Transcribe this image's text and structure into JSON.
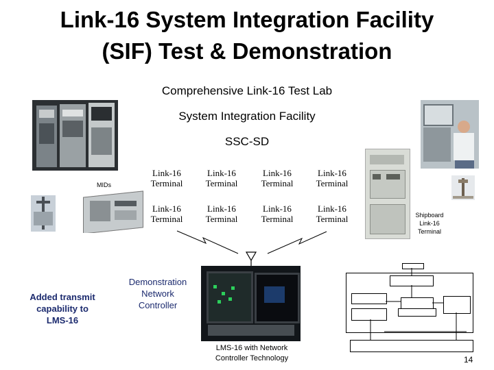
{
  "title": {
    "line1": "Link-16 System Integration Facility",
    "line2": "(SIF) Test & Demonstration"
  },
  "subtitles": {
    "lab": "Comprehensive Link-16 Test Lab",
    "facility": "System Integration Facility",
    "org": "SSC-SD"
  },
  "terminals": {
    "label": "Link-16",
    "label2": "Terminal"
  },
  "mids_label": "MIDs",
  "shipboard": {
    "line1": "Shipboard",
    "line2": "Link-16",
    "line3": "Terminal"
  },
  "demo": {
    "line1": "Demonstration",
    "line2": "Network",
    "line3": "Controller"
  },
  "added": {
    "line1": "Added transmit",
    "line2": "capability to",
    "line3": "LMS-16"
  },
  "lms": {
    "line1": "LMS-16 with Network",
    "line2": "Controller Technology"
  },
  "page_number": "14",
  "colors": {
    "blue_text": "#1b2a6e",
    "panel_gray": "#d9dcd6"
  }
}
